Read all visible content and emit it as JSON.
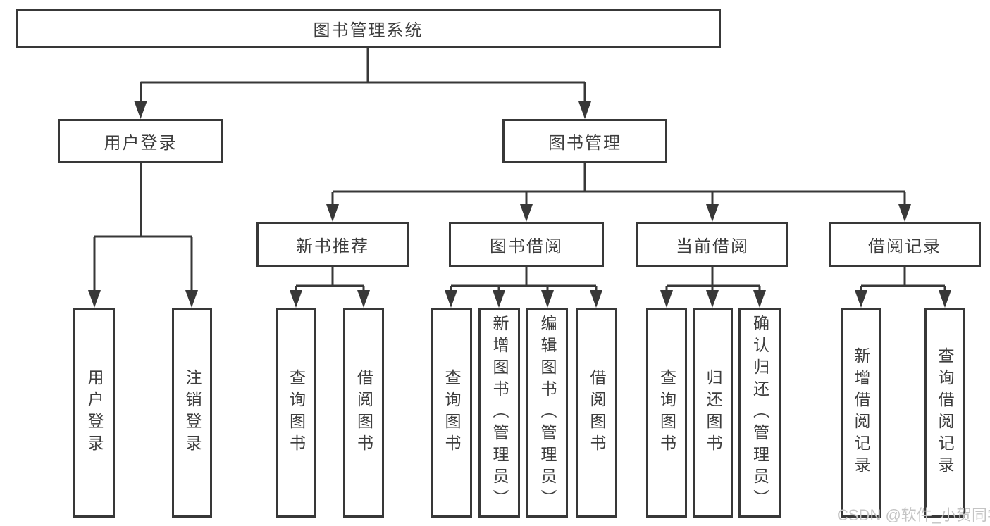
{
  "title": "图书管理系统",
  "level2": {
    "user_login": "用户登录",
    "book_management": "图书管理"
  },
  "level3": {
    "new_book_recommend": "新书推荐",
    "book_borrow": "图书借阅",
    "current_borrow": "当前借阅",
    "borrow_records": "借阅记录"
  },
  "leaves": {
    "user_login": "用户登录",
    "logout": "注销登录",
    "nb_query_books": "查询图书",
    "nb_borrow_books": "借阅图书",
    "bb_query_books": "查询图书",
    "bb_add_books_admin": "新增图书（管理员）",
    "bb_edit_books_admin": "编辑图书（管理员）",
    "bb_borrow_books": "借阅图书",
    "cb_query_books": "查询图书",
    "cb_return_books": "归还图书",
    "cb_confirm_return_admin": "确认归还（管理员）",
    "br_add_record": "新增借阅记录",
    "br_query_record": "查询借阅记录"
  },
  "watermark": "CSDN @软件_小贺同学",
  "colors": {
    "line": "#383838",
    "text": "#3d3d3d",
    "background": "#ffffff",
    "watermark": "#c4c4c4"
  }
}
